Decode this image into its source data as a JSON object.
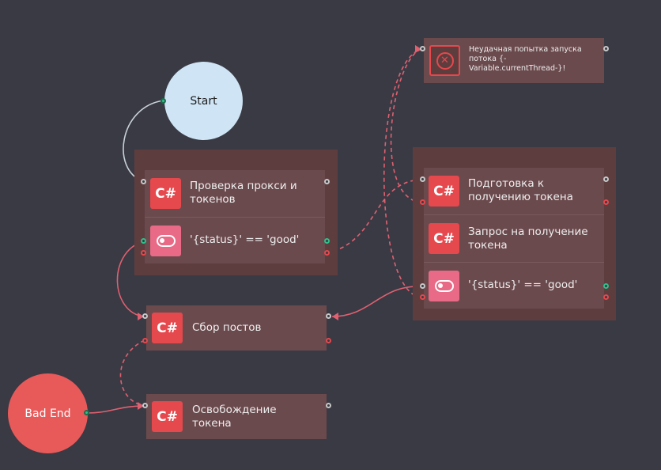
{
  "nodes": {
    "start": "Start",
    "bad_end": "Bad End",
    "proxy_check": "Проверка прокси и токенов",
    "status_check_1": "'{status}' == 'good'",
    "collect_posts": "Сбор постов",
    "release_token": "Освобождение токена",
    "failed_start": "Неудачная попытка запуска потока {-Variable.currentThread-}!",
    "token_prep": "Подготовка к получению токена",
    "token_request": "Запрос на получение токена",
    "status_check_2": "'{status}' == 'good'"
  },
  "icons": {
    "csharp": "C#",
    "condition": "toggle-icon",
    "error": "error-x-icon"
  },
  "colors": {
    "background": "#393a44",
    "group": "#5e3d3f",
    "block": "#6b4a4d",
    "start_node": "#cfe4f4",
    "end_node": "#e85a5a",
    "csharp_icon": "#e5484d",
    "condition_icon": "#e86a86",
    "success_wire": "#c8d0d8",
    "error_wire": "#e06070",
    "green_port": "#2fbf8a"
  }
}
